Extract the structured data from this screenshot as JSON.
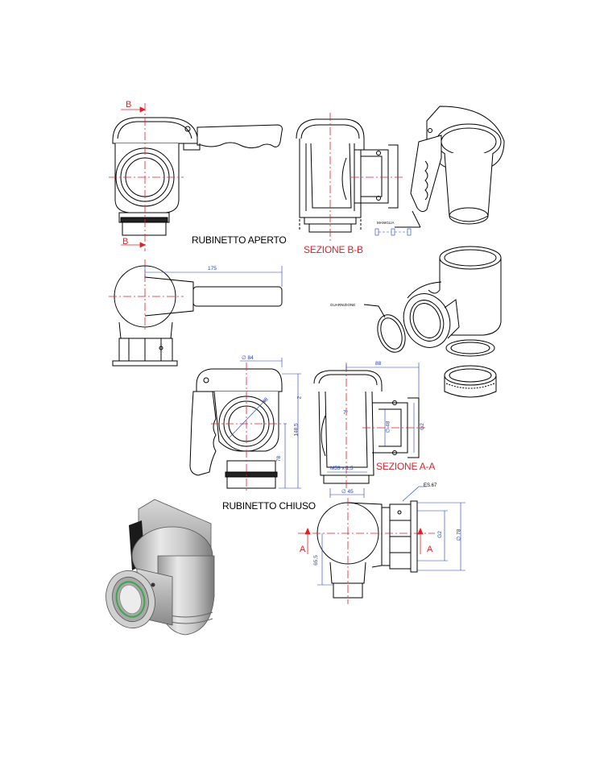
{
  "views": {
    "open_title": "RUBINETTO APERTO",
    "closed_title": "RUBINETTO CHIUSO",
    "section_bb": "SEZIONE B-B",
    "section_aa": "SEZIONE A-A"
  },
  "section_marks": {
    "b_top": "B",
    "b_bottom": "B",
    "a_left": "A",
    "a_right": "A"
  },
  "callouts": {
    "handle": "MANIGLIA",
    "gasket": "GUARNIZIONE",
    "thread_spec": "ES.67"
  },
  "dimensions": {
    "length_175": "175",
    "dia_84": "∅ 84",
    "dia_48_diag": "48",
    "height_2": "2",
    "height_1485": "148,5",
    "height_78": "78",
    "width_88": "88",
    "angle_7": "7°",
    "dia_48": "∅ 48",
    "g2_side": "G2",
    "thread_m53": "M53 x 1,5",
    "dia_45": "∅ 45",
    "dia_78": "∅ 78",
    "g2_end": "G2",
    "height_655": "65,5"
  },
  "colors": {
    "red": "#e0202a",
    "blue": "#1a3cc8",
    "line": "#000000"
  }
}
